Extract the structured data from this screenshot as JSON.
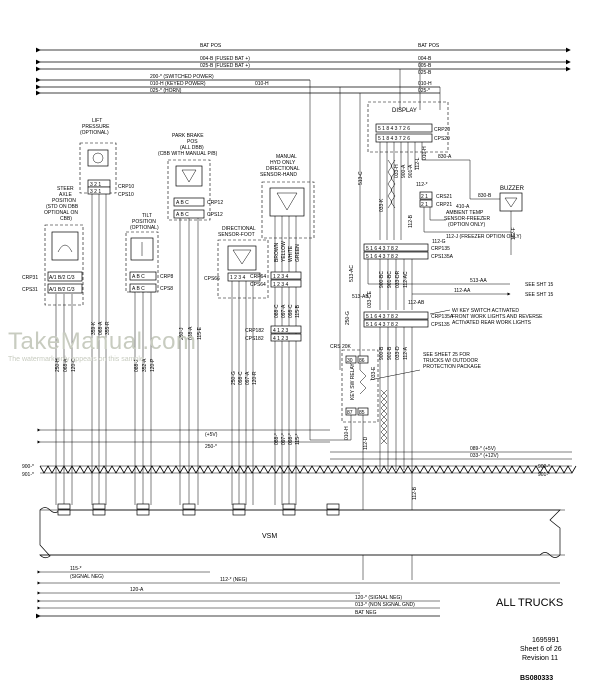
{
  "bus_top": {
    "bat_pos": "BAT POS",
    "b004": "004-B (FUSED BAT +)",
    "b025": "025-B (FUSED BAT +)",
    "w200": "200-* (SWITCHED POWER)",
    "w010h": "010-H (KEYED POWER)",
    "w025": "025-* (HORN)",
    "r004": "004-B",
    "r005": "005-B",
    "r025": "025-B",
    "r010": "010-H",
    "r025s": "025-*",
    "mid010": "010-H"
  },
  "components": {
    "lift_pressure": "LIFT PRESSURE (OPTIONAL)",
    "crp10": "CRP10",
    "cps10": "CPS10",
    "steer": "STEER AXLE POSITION (STD ON DBB OPTIONAL ON CBB)",
    "crp31": "CRP31",
    "cps31": "CPS31",
    "tilt": "TILT POSITION (OPTIONAL)",
    "crp8": "CRP8",
    "cps8": "CPS8",
    "park": "PARK BRAKE POS (ALL DBB) (CBB WITH MANUAL P/B)",
    "crp12": "CRP12",
    "cps12": "CPS12",
    "foot": "DIRECTIONAL SENSOR-FOOT",
    "cps66": "CPS66",
    "manual": "MANUAL HYD ONLY",
    "hand": "DIRECTIONAL SENSOR-HAND",
    "crp64": "CRP64",
    "cps64": "CPS64",
    "colors": [
      "BROWN",
      "YELLOW",
      "WHITE",
      "GREEN"
    ],
    "crp182": "CRP182",
    "cps182": "CPS182",
    "display": "DISPLAY",
    "cps20": "CPS20",
    "buzzer": "BUZZER",
    "crs21": "CRS21",
    "crp21": "CRP21",
    "ambient": "410-A AMBIENT TEMP SENSOR-FREEZER (OPTION ONLY)",
    "freezer": "112-J (FREEZER OPTION ONLY)",
    "crp135": "CRP135",
    "cps135a": "CPS135A",
    "crp135a": "CRP135A",
    "cps135": "CPS135",
    "sht15a": "SEE SHT 15",
    "sht15b": "SEE SHT 15",
    "w513aa": "513-AA",
    "w112aa": "112-AA",
    "w112ab": "112-AB",
    "keysw": "W/ KEY SWITCH ACTIVATED FRONT WORK LIGHTS AND REVERSE ACTIVATED REAR WORK LIGHTS",
    "crs20": "CRS 20K",
    "relay": "KEY SW RELAY",
    "sheet25": "SEE SHEET 25 FOR TRUCKS W/ OUTDOOR PROTECTION PACKAGE",
    "vsm": "VSM"
  },
  "bus_bottom": {
    "p5v": "(+5V)",
    "w250": "250-*",
    "w089": "089-* (+5V)",
    "w033": "033-* (+12V)",
    "w900": "900-*",
    "w901": "901-*",
    "w900r": "900-*",
    "w901r": "901-*",
    "w115": "115-*",
    "signeg": "(SIGNAL NEG)",
    "w120a": "120-A",
    "w112neg": "112-* (NEG)",
    "w120": "120-* (SIGNAL NEG)",
    "w013": "013-* (NON SIGNAL GND)",
    "batneg": "BAT NEG",
    "all_trucks": "ALL TRUCKS"
  },
  "title_block": {
    "number": "1695991",
    "sheet": "Sheet 6 of 26",
    "revision": "Revision 11",
    "code": "BS080333"
  },
  "watermark": {
    "name": "TakeManual.com",
    "note": "The watermark only appears on this sample"
  }
}
